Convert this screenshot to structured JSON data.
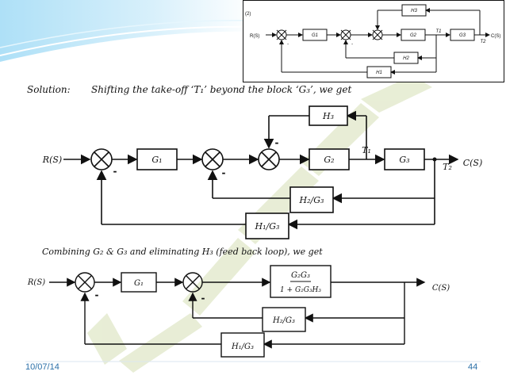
{
  "slide": {
    "date": "10/07/14",
    "page_number": "44",
    "accent_color": "#c7e7f6",
    "watermark_color": "#e4ebcf"
  },
  "inset": {
    "label": "(2)",
    "input": "R(S)",
    "output": "C(S)",
    "blocks": {
      "g1": "G1",
      "g2": "G2",
      "g3": "G3",
      "h1": "H1",
      "h2": "H2",
      "h3": "H3"
    },
    "takeoffs": {
      "t1": "T1",
      "t2": "T2"
    },
    "signs": [
      "-",
      "-"
    ]
  },
  "solution": {
    "label": "Solution:",
    "text": "Shifting the take-off ‘T₁’ beyond the block ‘G₃’, we get"
  },
  "diagram1": {
    "input": "R(S)",
    "output": "C(S)",
    "blocks": {
      "h3": "H₃",
      "g1": "G₁",
      "g2": "G₂",
      "g3": "G₃",
      "h2g3": "H₂/G₃",
      "h1g3": "H₁/G₃"
    },
    "takeoffs": {
      "t1": "T₁",
      "t2": "T₂"
    },
    "signs": [
      "-",
      "-",
      "-"
    ]
  },
  "combining": {
    "text": "Combining G₂ & G₃ and eliminating H₃ (feed back loop), we get"
  },
  "diagram2": {
    "input": "R(S)",
    "output": "C(S)",
    "blocks": {
      "g1": "G₁",
      "numerator": "G₂G₃",
      "denominator": "1 + G₂G₃H₃",
      "h2g3": "H₂/G₃",
      "h1g3": "H₁/G₃"
    },
    "signs": [
      "-",
      "-"
    ]
  }
}
